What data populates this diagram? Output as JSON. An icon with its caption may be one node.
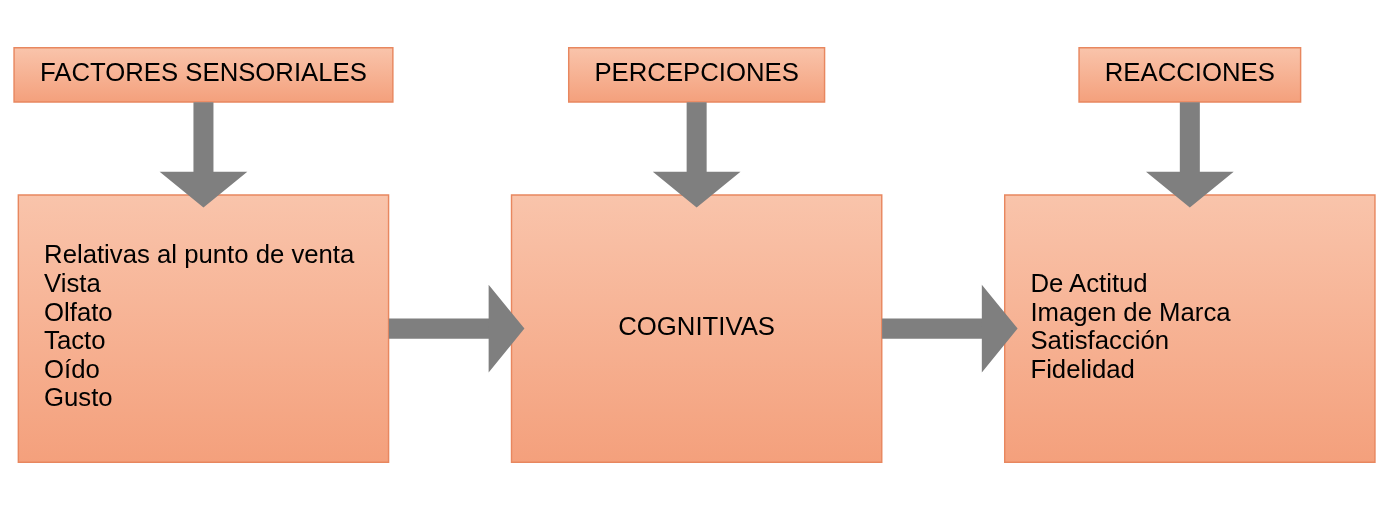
{
  "diagram": {
    "nodes": [
      {
        "text": [
          "FACTORES SENSORIALES"
        ]
      },
      {
        "text": [
          "Relativas al punto de venta",
          "Vista",
          "Olfato",
          "Tacto",
          "Oído",
          "Gusto"
        ]
      },
      {
        "text": [
          "PERCEPCIONES"
        ]
      },
      {
        "text": [
          "COGNITIVAS"
        ]
      },
      {
        "text": [
          "REACCIONES"
        ]
      },
      {
        "text": [
          "De Actitud",
          "Imagen de Marca",
          "Satisfacción",
          "Fidelidad"
        ]
      }
    ],
    "edges": [
      {
        "from": 0,
        "to": 1,
        "arrow": "to"
      },
      {
        "from": 1,
        "to": 3,
        "arrow": "to"
      },
      {
        "from": 2,
        "to": 3,
        "arrow": "to"
      },
      {
        "from": 3,
        "to": 5,
        "arrow": "to"
      },
      {
        "from": 4,
        "to": 5,
        "arrow": "to"
      }
    ]
  }
}
